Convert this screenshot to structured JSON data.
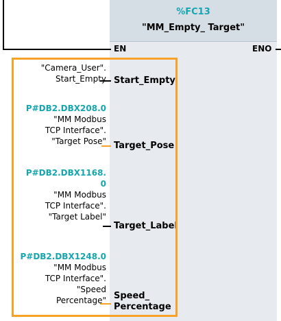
{
  "block": {
    "number": "%FC13",
    "title": "\"MM_Empty_ Target\"",
    "en_label": "EN",
    "eno_label": "ENO"
  },
  "params": [
    {
      "pin": "Start_Empty",
      "lines": [
        "\"Camera_User\".",
        "Start_Empty"
      ],
      "address": ""
    },
    {
      "pin": "Target_Pose",
      "address": "P#DB2.DBX208.0",
      "lines": [
        "\"MM Modbus",
        "TCP Interface\".",
        "\"Target Pose\""
      ]
    },
    {
      "pin": "Target_Label",
      "address_lines": [
        "P#DB2.DBX1168.",
        "0"
      ],
      "lines": [
        "\"MM Modbus",
        "TCP Interface\".",
        "\"Target Label\""
      ]
    },
    {
      "pin_lines": [
        "Speed_",
        "Percentage"
      ],
      "address": "P#DB2.DBX1248.0",
      "lines": [
        "\"MM Modbus",
        "TCP Interface\".",
        "\"Speed",
        "Percentage\""
      ]
    }
  ],
  "colors": {
    "accent": "#16a6b0",
    "highlight": "#f7a128",
    "block_bg": "#e7ebef",
    "header_bg": "#d5dde5"
  }
}
